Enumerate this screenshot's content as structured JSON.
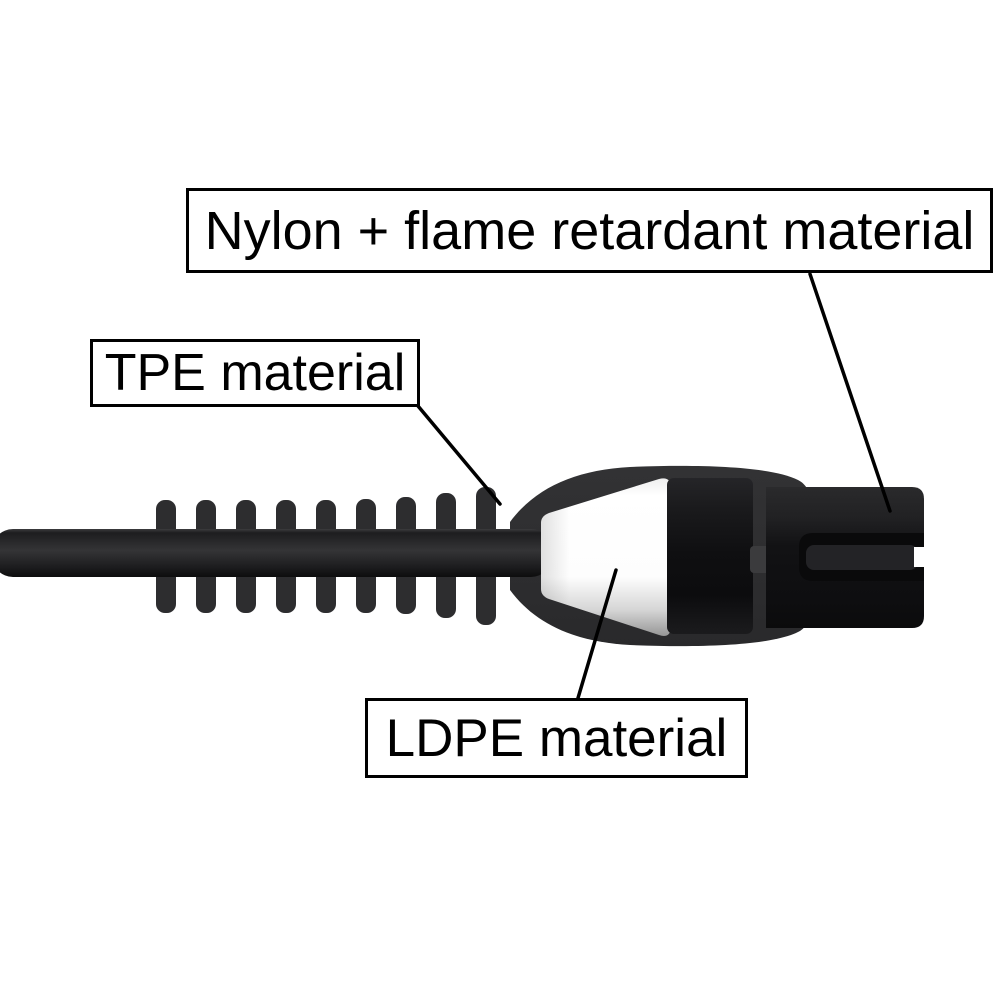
{
  "diagram": {
    "description": "Power cable connector material callout diagram",
    "labels": {
      "nylon": {
        "text": "Nylon + flame retardant material"
      },
      "tpe": {
        "text": "TPE material"
      },
      "ldpe": {
        "text": "LDPE material"
      }
    },
    "colors": {
      "background": "#ffffff",
      "strain_relief_gray": "#2d2d2f",
      "overmold_gray": "#2e2e30",
      "housing_black": "#141416",
      "ldpe_white": "#ffffff",
      "tab_gray": "#3b3b3d",
      "leader_line": "#000000",
      "label_border": "#000000",
      "label_background": "#ffffff",
      "label_text": "#000000"
    }
  }
}
